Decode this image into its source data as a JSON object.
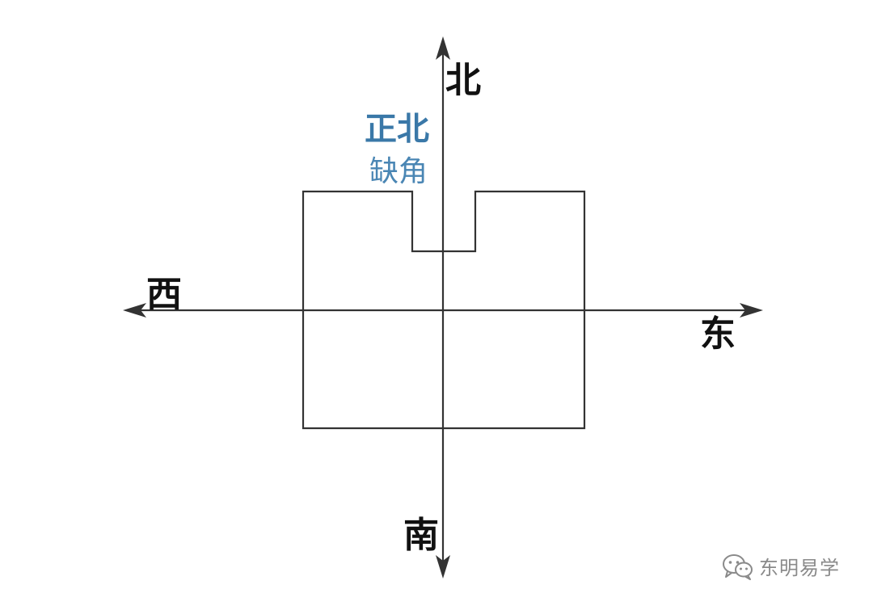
{
  "directions": {
    "north": "北",
    "south": "南",
    "east": "东",
    "west": "西"
  },
  "annotation": {
    "title": "正北",
    "subtitle": "缺角"
  },
  "watermark": {
    "text": "东明易学",
    "icon": "wechat-icon"
  },
  "colors": {
    "line": "#333333",
    "label": "#111111",
    "annotation_title": "#3a78a8",
    "annotation_subtitle": "#4a86b4",
    "watermark": "#8a8a8a"
  }
}
